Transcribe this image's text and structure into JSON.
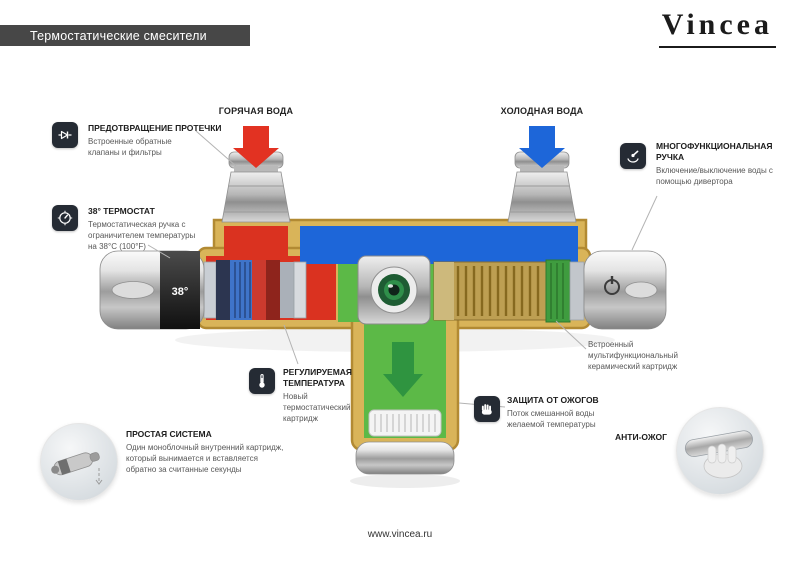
{
  "header": {
    "title": "Термостатические смесители"
  },
  "brand": {
    "name": "Vincea"
  },
  "footer": {
    "url": "www.vincea.ru"
  },
  "diagram": {
    "hot_label": "ГОРЯЧАЯ ВОДА",
    "cold_label": "ХОЛОДНАЯ ВОДА",
    "handle_temp": "38°",
    "colors": {
      "hot": "#e23222",
      "cold": "#1d66d9",
      "mixed": "#5cb947",
      "body_gold": "#d9b459"
    }
  },
  "callouts": {
    "leak": {
      "icon": "check-valve-icon",
      "title": "ПРЕДОТВРАЩЕНИЕ ПРОТЕЧКИ",
      "text": "Встроенные обратные клапаны и фильтры"
    },
    "thermostat": {
      "icon": "dial-icon",
      "title": "38° ТЕРМОСТАТ",
      "text": "Термостатическая ручка с ограничителем температуры на 38°C (100°F)"
    },
    "multi": {
      "icon": "diverter-icon",
      "title": "МНОГОФУНКЦИОНАЛЬНАЯ РУЧКА",
      "text": "Включение/выключение воды с помощью дивертора"
    },
    "cartridge": {
      "text": "Встроенный мультифункциональный керамический картридж"
    },
    "adjustable": {
      "icon": "thermometer-icon",
      "title": "РЕГУЛИРУЕМАЯ ТЕМПЕРАТУРА",
      "text": "Новый термостатический картридж"
    },
    "burn": {
      "icon": "hand-icon",
      "title": "ЗАЩИТА ОТ ОЖОГОВ",
      "text": "Поток смешанной воды желаемой температуры"
    },
    "simple": {
      "title": "ПРОСТАЯ СИСТЕМА",
      "text": "Один моноблочный внутренний картридж, который вынимается и вставляется обратно за считанные секунды"
    },
    "anti_burn": {
      "title": "АНТИ-ОЖОГ"
    }
  }
}
